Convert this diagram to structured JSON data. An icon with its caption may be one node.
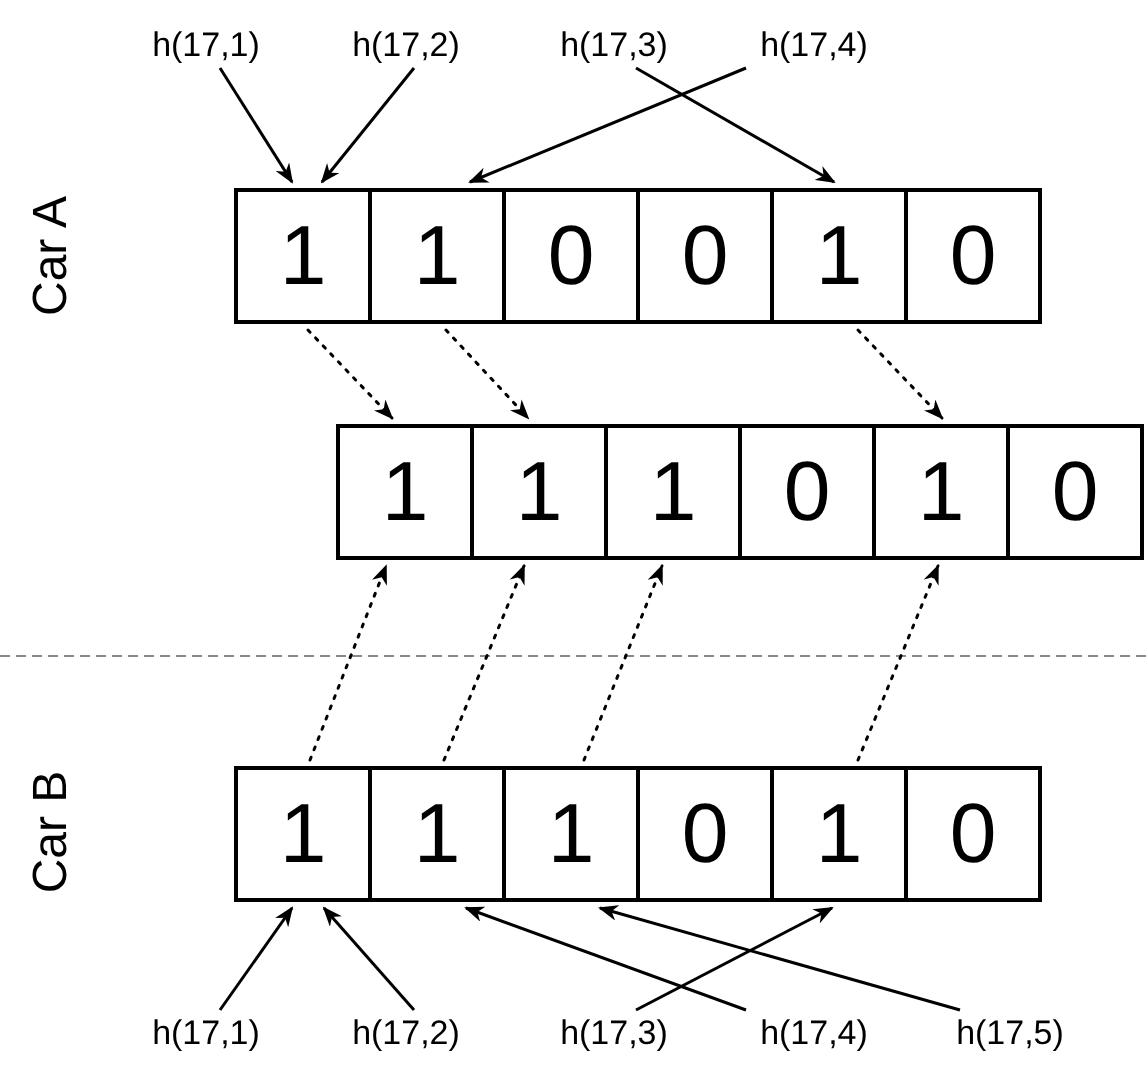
{
  "diagram": {
    "nodes": [
      {
        "text": [
          "h(17,1)"
        ]
      },
      {
        "text": [
          "h(17,2)"
        ]
      },
      {
        "text": [
          "h(17,3)"
        ]
      },
      {
        "text": [
          "h(17,4)"
        ]
      },
      {
        "text": [
          "1"
        ]
      },
      {
        "text": [
          "1"
        ]
      },
      {
        "text": [
          "0"
        ]
      },
      {
        "text": [
          "0"
        ]
      },
      {
        "text": [
          "1"
        ]
      },
      {
        "text": [
          "0"
        ]
      },
      {
        "text": [
          "1"
        ]
      },
      {
        "text": [
          "1"
        ]
      },
      {
        "text": [
          "1"
        ]
      },
      {
        "text": [
          "0"
        ]
      },
      {
        "text": [
          "1"
        ]
      },
      {
        "text": [
          "0"
        ]
      },
      {
        "text": [
          "1"
        ]
      },
      {
        "text": [
          "1"
        ]
      },
      {
        "text": [
          "1"
        ]
      },
      {
        "text": [
          "0"
        ]
      },
      {
        "text": [
          "1"
        ]
      },
      {
        "text": [
          "0"
        ]
      },
      {
        "text": [
          "h(17,1)"
        ]
      },
      {
        "text": [
          "h(17,2)"
        ]
      },
      {
        "text": [
          "h(17,3)"
        ]
      },
      {
        "text": [
          "h(17,4)"
        ]
      },
      {
        "text": [
          "h(17,5)"
        ]
      }
    ],
    "edges": [
      {
        "from": 0,
        "to": 4,
        "arrow": "to"
      },
      {
        "from": 1,
        "to": 4,
        "arrow": "to"
      },
      {
        "from": 2,
        "to": 8,
        "arrow": "to"
      },
      {
        "from": 3,
        "to": 5,
        "arrow": "to"
      },
      {
        "from": 4,
        "to": 10,
        "arrow": "to",
        "style": "dashed"
      },
      {
        "from": 5,
        "to": 11,
        "arrow": "to",
        "style": "dashed"
      },
      {
        "from": 8,
        "to": 14,
        "arrow": "to",
        "style": "dashed"
      },
      {
        "from": 16,
        "to": 10,
        "arrow": "to",
        "style": "dashed"
      },
      {
        "from": 17,
        "to": 11,
        "arrow": "to",
        "style": "dashed"
      },
      {
        "from": 18,
        "to": 12,
        "arrow": "to",
        "style": "dashed"
      },
      {
        "from": 20,
        "to": 14,
        "arrow": "to",
        "style": "dashed"
      },
      {
        "from": 22,
        "to": 16,
        "arrow": "to"
      },
      {
        "from": 23,
        "to": 16,
        "arrow": "to"
      },
      {
        "from": 24,
        "to": 20,
        "arrow": "to"
      },
      {
        "from": 25,
        "to": 17,
        "arrow": "to"
      },
      {
        "from": 26,
        "to": 18,
        "arrow": "to"
      }
    ],
    "labels": [
      "Car A",
      "Car B"
    ]
  }
}
